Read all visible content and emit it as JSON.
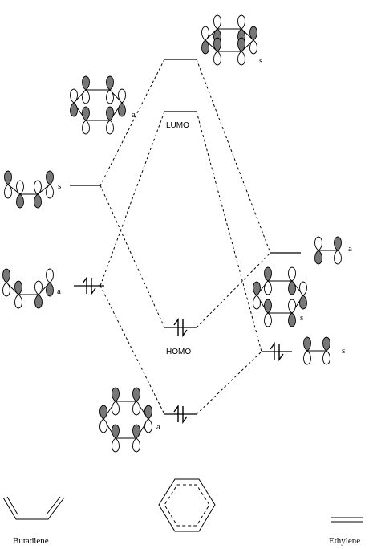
{
  "labels": {
    "lumo": "LUMO",
    "homo": "HOMO",
    "a": "a",
    "s": "s"
  },
  "molecules": {
    "butadiene": "Butadiene",
    "ethylene": "Ethylene"
  },
  "colors": {
    "line": "#000000",
    "shaded_lobe": "#777777",
    "open_lobe": "#ffffff"
  }
}
